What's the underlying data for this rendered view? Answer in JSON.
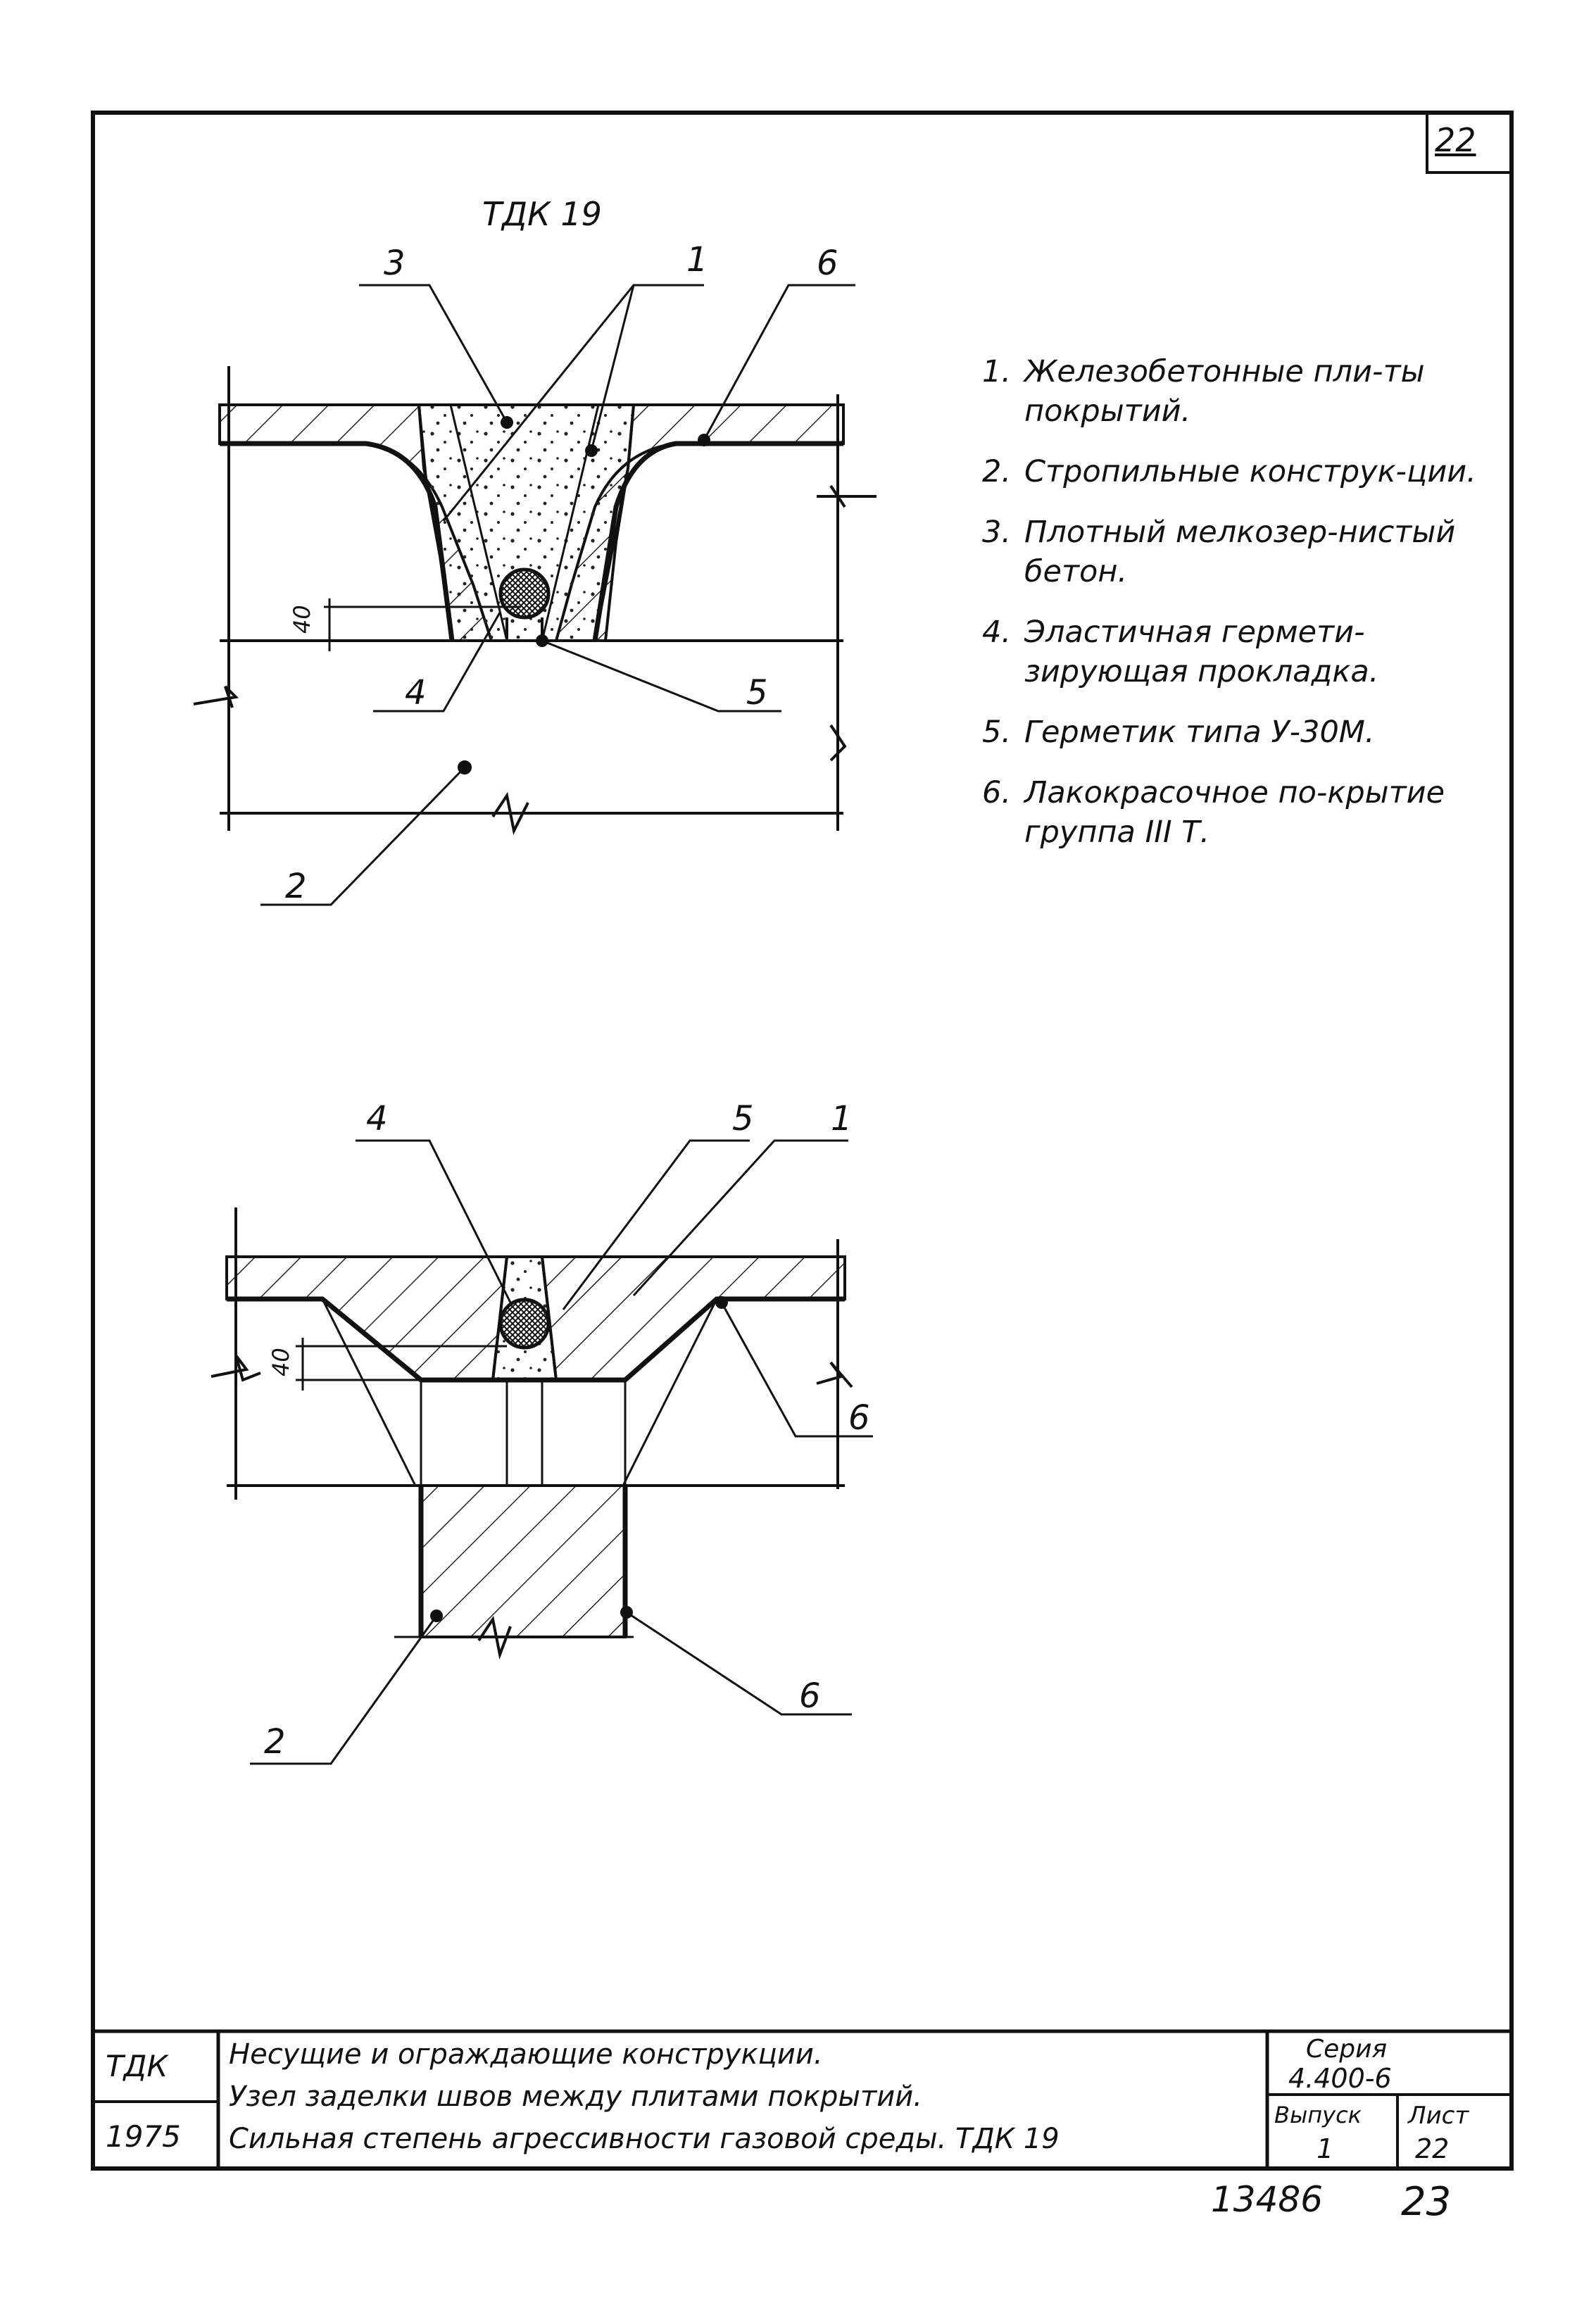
{
  "sheet_number": "22",
  "diagram1": {
    "title": "ТДК 19",
    "callouts": {
      "c3": "3",
      "c1": "1",
      "c6": "6",
      "c4": "4",
      "c5": "5",
      "c2": "2"
    },
    "dimension": "40"
  },
  "diagram2": {
    "callouts": {
      "c4": "4",
      "c5": "5",
      "c1": "1",
      "c6a": "6",
      "c6b": "6",
      "c2": "2"
    },
    "dimension": "40"
  },
  "legend": [
    {
      "num": "1.",
      "text": "Железобетонные пли-ты покрытий."
    },
    {
      "num": "2.",
      "text": "Стропильные конструк-ции."
    },
    {
      "num": "3.",
      "text": "Плотный мелкозер-нистый бетон."
    },
    {
      "num": "4.",
      "text": "Эластичная гермети-зирующая прокладка."
    },
    {
      "num": "5.",
      "text": "Герметик типа У-30М."
    },
    {
      "num": "6.",
      "text": "Лакокрасочное по-крытие группа III Т."
    }
  ],
  "title_block": {
    "code": "ТДК",
    "year": "1975",
    "line1": "Несущие и ограждающие конструкции.",
    "line2": "Узел заделки швов между плитами покрытий.",
    "line3": "Сильная степень агрессивности газовой среды. ТДК 19",
    "series_label": "Серия",
    "series_value": "4.400-6",
    "issue_label": "Выпуск",
    "issue_value": "1",
    "sheet_label": "Лист",
    "sheet_value": "22"
  },
  "archive_number": "13486",
  "page_number": "23"
}
